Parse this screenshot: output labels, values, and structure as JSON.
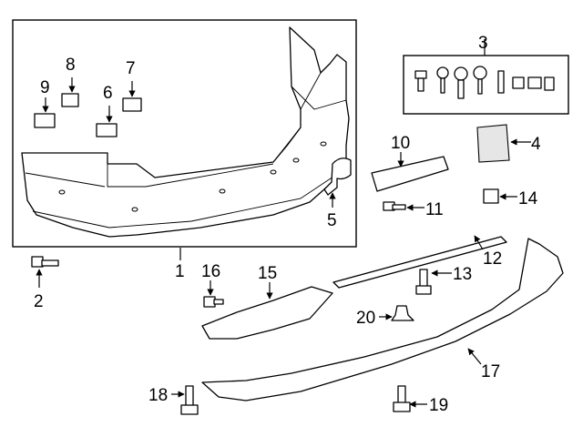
{
  "callouts": {
    "c1": "1",
    "c2": "2",
    "c3": "3",
    "c4": "4",
    "c5": "5",
    "c6": "6",
    "c7": "7",
    "c8": "8",
    "c9": "9",
    "c10": "10",
    "c11": "11",
    "c12": "12",
    "c13": "13",
    "c14": "14",
    "c15": "15",
    "c16": "16",
    "c17": "17",
    "c18": "18",
    "c19": "19",
    "c20": "20"
  },
  "colors": {
    "line": "#000000",
    "background": "#ffffff",
    "fill_shade": "#e6e6e6"
  }
}
